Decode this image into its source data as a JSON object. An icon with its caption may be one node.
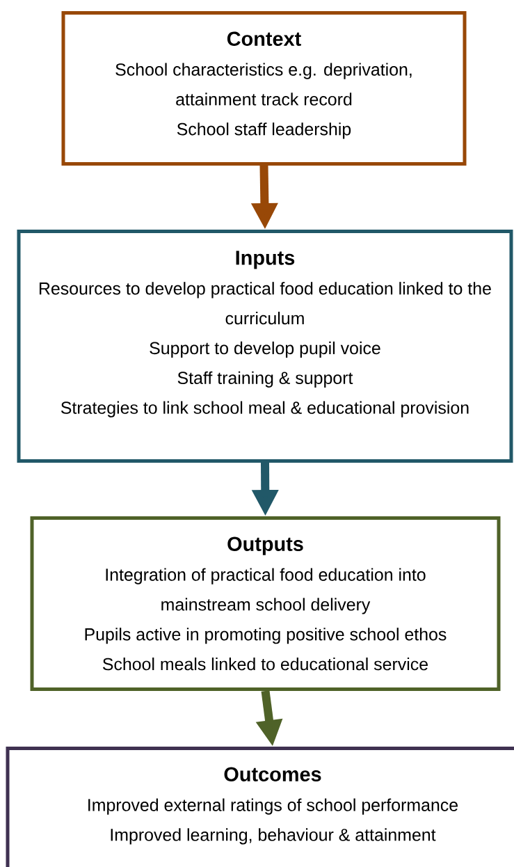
{
  "diagram": {
    "nodes": [
      {
        "text": [
          "Context",
          "School characteristics e.g. deprivation, attainment track record",
          "School staff leadership"
        ]
      },
      {
        "text": [
          "Inputs",
          "Resources to develop practical food education linked to the curriculum",
          "Support to develop pupil voice",
          "Staff training & support",
          "Strategies to link school meal & educational provision"
        ]
      },
      {
        "text": [
          "Outputs",
          "Integration of practical food education into mainstream school delivery",
          "Pupils active in promoting positive school ethos",
          "School meals linked to educational service"
        ]
      },
      {
        "text": [
          "Outcomes",
          "Improved external ratings of school performance",
          "Improved learning, behaviour & attainment"
        ]
      }
    ],
    "edges": [
      {
        "from": 0,
        "to": 1,
        "arrow": "to",
        "color": "#984807"
      },
      {
        "from": 1,
        "to": 2,
        "arrow": "to",
        "color": "#215868"
      },
      {
        "from": 2,
        "to": 3,
        "arrow": "to",
        "color": "#4f6228"
      }
    ]
  }
}
